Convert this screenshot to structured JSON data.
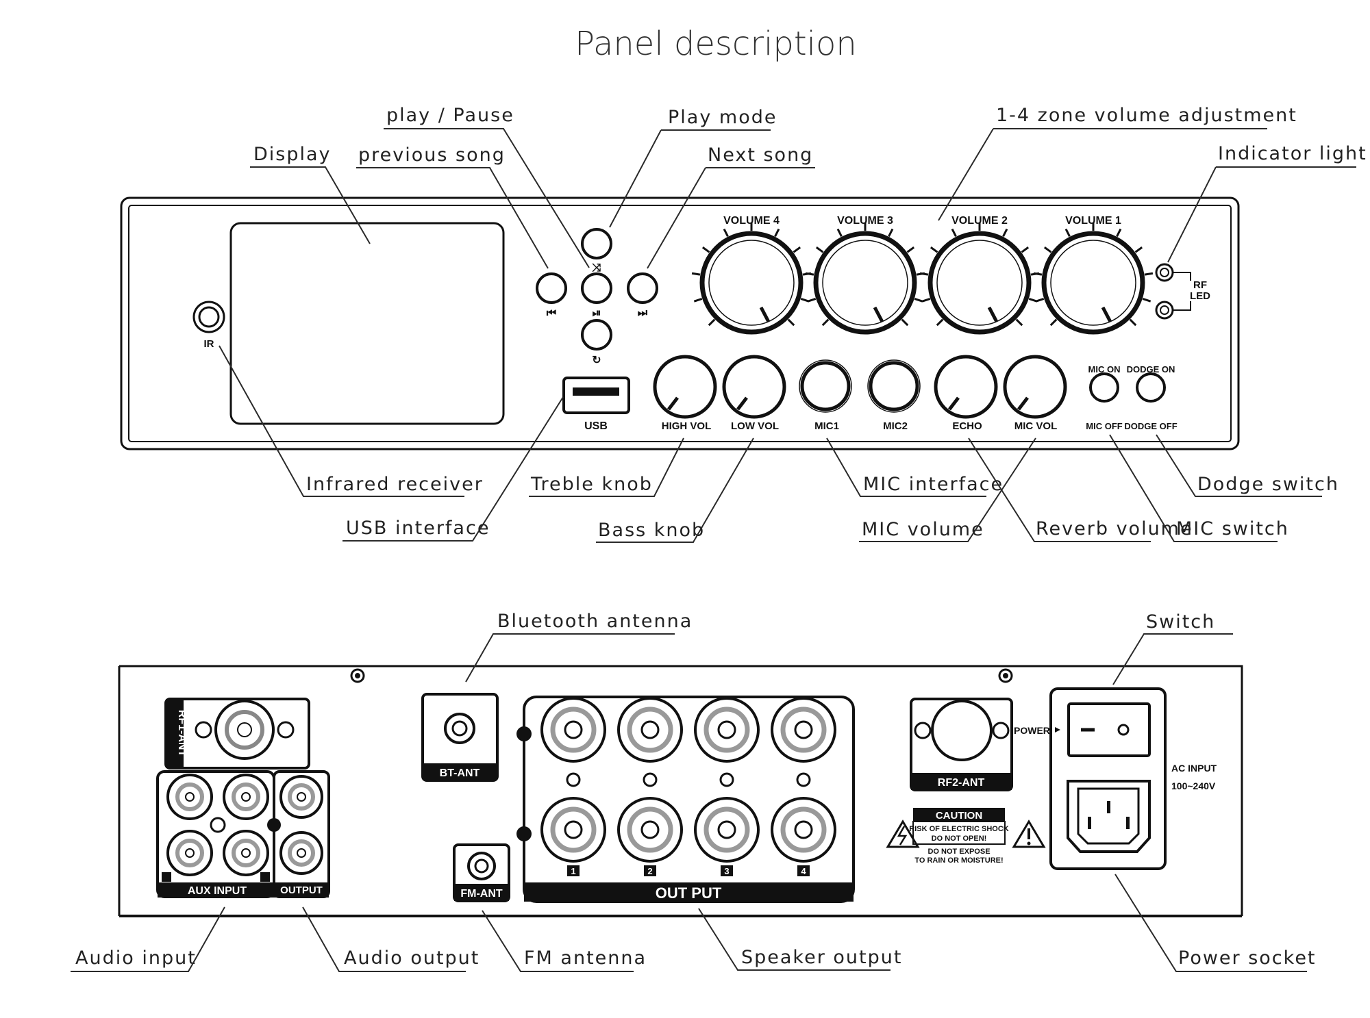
{
  "title": "Panel description",
  "front_callouts": {
    "display": "Display",
    "play_pause": "play / Pause",
    "previous_song": "previous song",
    "play_mode": "Play mode",
    "next_song": "Next song",
    "zone_volume": "1-4 zone volume adjustment",
    "indicator_light": "Indicator light",
    "infrared_receiver": "Infrared receiver",
    "usb_interface": "USB interface",
    "treble_knob": "Treble knob",
    "bass_knob": "Bass knob",
    "mic_interface": "MIC interface",
    "mic_volume": "MIC volume",
    "reverb_volume": "Reverb volume",
    "mic_switch": "MIC switch",
    "dodge_switch": "Dodge switch"
  },
  "front_panel": {
    "ir_label": "IR",
    "volumes": [
      "VOLUME 4",
      "VOLUME 3",
      "VOLUME 2",
      "VOLUME 1"
    ],
    "rf_label": "RF",
    "led_label": "LED",
    "usb_label": "USB",
    "high_vol": "HIGH VOL",
    "low_vol": "LOW VOL",
    "mic1": "MIC1",
    "mic2": "MIC2",
    "echo": "ECHO",
    "mic_vol": "MIC VOL",
    "mic_on": "MIC ON",
    "mic_off": "MIC OFF",
    "dodge_on": "DODGE ON",
    "dodge_off": "DODGE OFF",
    "transport_glyphs": {
      "prev": "⏮",
      "next": "⏭",
      "play": "⏯",
      "shuffle": "⤨",
      "repeat": "↻"
    }
  },
  "rear_callouts": {
    "bluetooth_antenna": "Bluetooth antenna",
    "switch": "Switch",
    "audio_input": "Audio input",
    "audio_output": "Audio output",
    "fm_antenna": "FM antenna",
    "speaker_output": "Speaker output",
    "power_socket": "Power socket"
  },
  "rear_panel": {
    "rf1_ant": "RF1-ANT",
    "aux_input": "AUX INPUT",
    "output": "OUTPUT",
    "bt_ant": "BT-ANT",
    "fm_ant": "FM-ANT",
    "out_put": "OUT PUT",
    "channels": [
      "1",
      "2",
      "3",
      "4"
    ],
    "rf2_ant": "RF2-ANT",
    "power": "POWER",
    "ac_input": "AC INPUT",
    "ac_range": "100~240V",
    "caution": "CAUTION",
    "shock_line1": "RISK OF ELECTRIC SHOCK",
    "shock_line2": "DO NOT OPEN!",
    "expose_line1": "DO NOT EXPOSE",
    "expose_line2": "TO RAIN OR MOISTURE!"
  }
}
